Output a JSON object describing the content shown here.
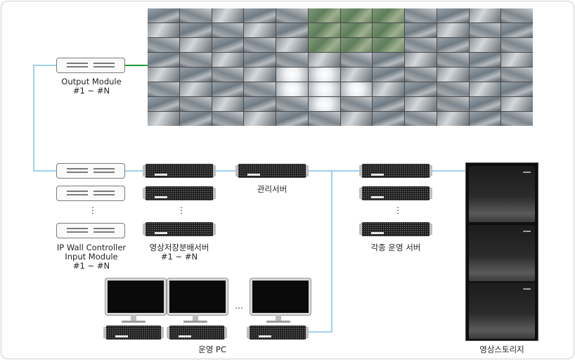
{
  "labels": {
    "output_module": "Output Module",
    "output_module_range": "#1 ~ #N",
    "ip_wall_line1": "IP Wall Controller",
    "ip_wall_line2": "Input Module",
    "ip_wall_range": "#1 ~ #N",
    "video_storage_dist_server": "영상저장분배서버",
    "video_storage_dist_range": "#1 ~ #N",
    "management_server": "관리서버",
    "various_servers": "각종 운영 서버",
    "operation_pc": "운영 PC",
    "video_storage": "영상스토리지"
  },
  "ellipsis_vertical": "⋮",
  "ellipsis_horizontal": "…",
  "colors": {
    "line": "#38a7e0",
    "output_link": "#1e9b3a",
    "server": "#1e1e1e",
    "rack_outline": "#7b7b7b"
  }
}
